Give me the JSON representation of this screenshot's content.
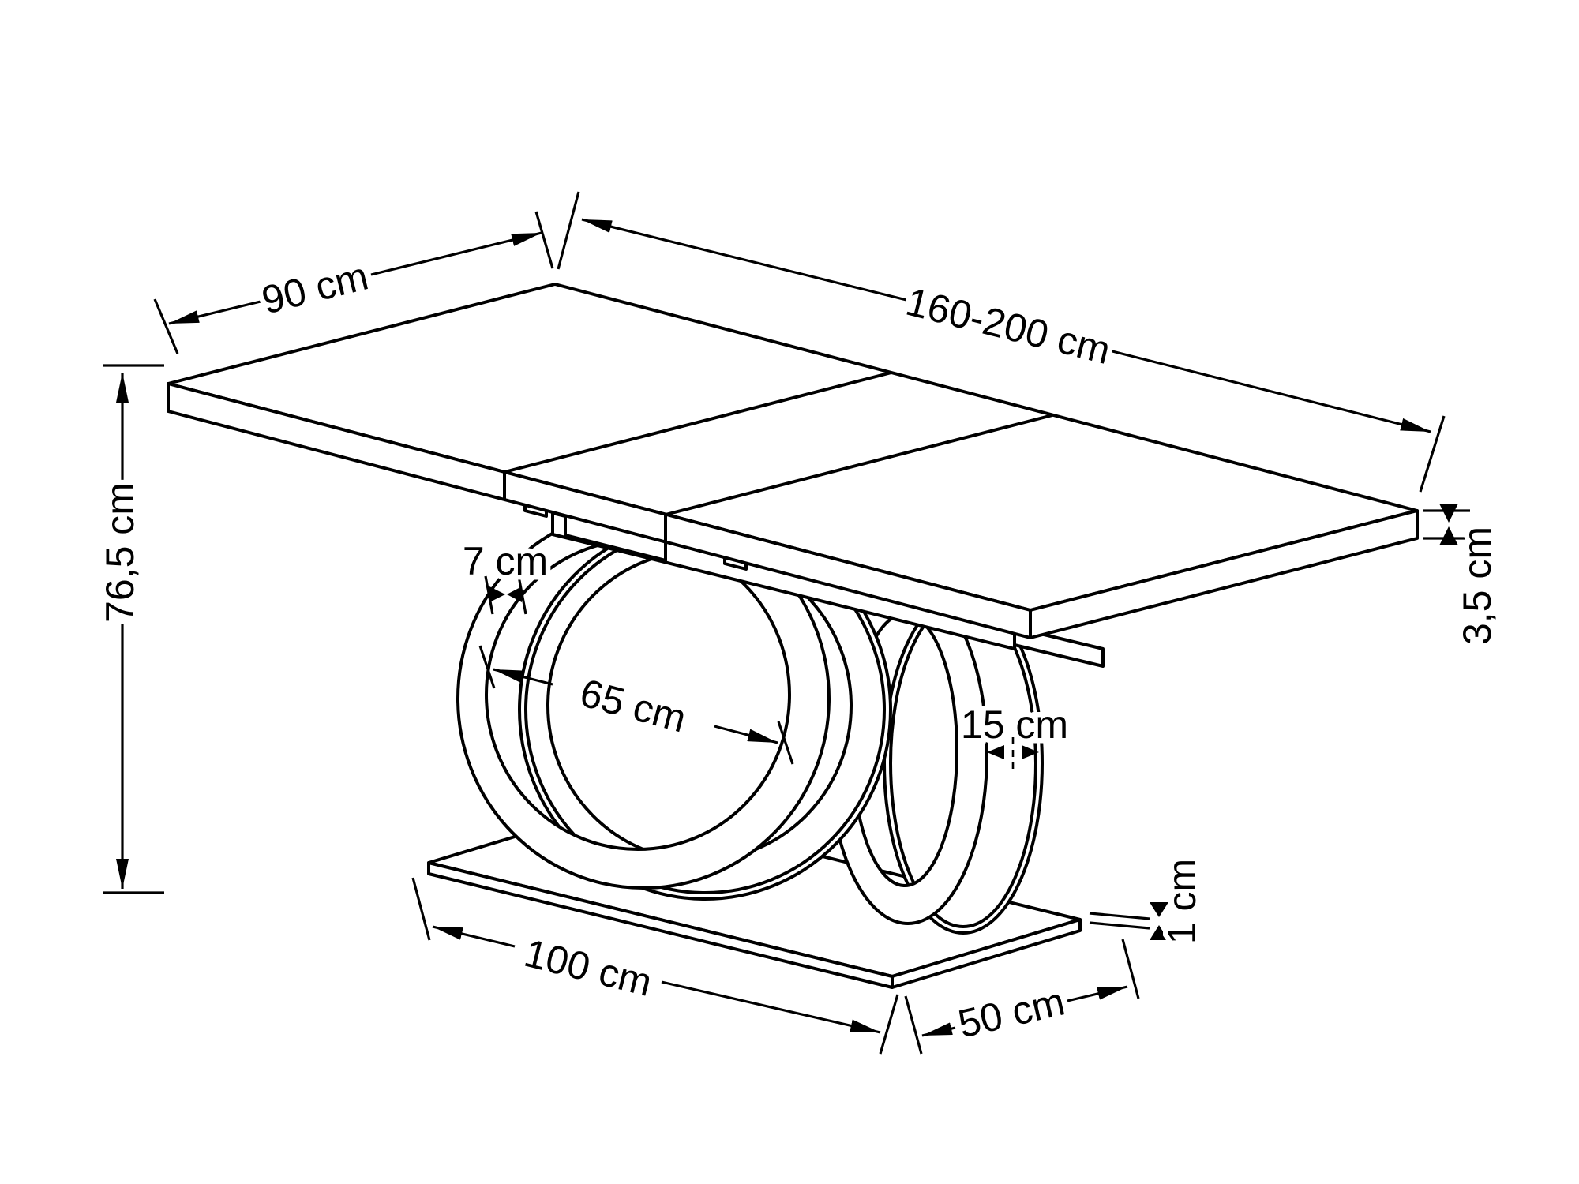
{
  "diagram": {
    "labels": {
      "top_width": "90 cm",
      "top_length_range": "160-200 cm",
      "table_height": "76,5 cm",
      "top_thickness": "3,5 cm",
      "ring_band_thickness": "7 cm",
      "ring_inner_diameter": "65 cm",
      "ring_depth": "15 cm",
      "base_length": "100 cm",
      "base_depth": "50 cm",
      "base_plate_thickness": "1 cm"
    },
    "colors": {
      "line": "#000000",
      "background": "#ffffff"
    }
  }
}
